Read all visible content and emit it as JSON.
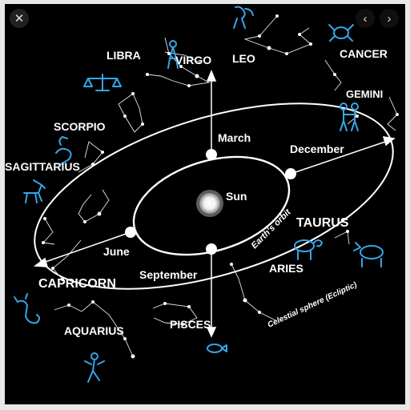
{
  "ui": {
    "close_icon": "close-icon",
    "prev_icon": "chevron-left-icon",
    "next_icon": "chevron-right-icon",
    "close_glyph": "✕",
    "prev_glyph": "‹",
    "next_glyph": "›"
  },
  "diagram": {
    "sun": "Sun",
    "earth_orbit": "Earth's orbit",
    "celestial_sphere": "Celestial sphere (Ecliptic)",
    "months": {
      "march": "March",
      "december": "December",
      "june": "June",
      "september": "September"
    },
    "constellations": {
      "libra": "LIBRA",
      "virgo": "VIRGO",
      "leo": "LEO",
      "cancer": "CANCER",
      "gemini": "GEMINI",
      "scorpio": "SCORPIO",
      "sagittarius": "SAGITTARIUS",
      "taurus": "TAURUS",
      "aries": "ARIES",
      "capricorn": "CAPRICORN",
      "aquarius": "AQUARIUS",
      "pisces": "PISCES"
    },
    "colors": {
      "background": "#000000",
      "lines": "#ffffff",
      "figures": "#35a6e8"
    }
  }
}
